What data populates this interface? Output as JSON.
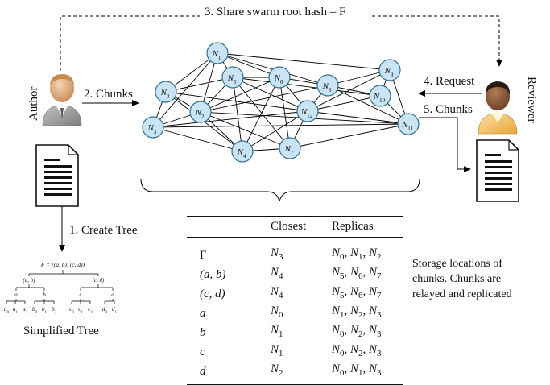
{
  "colors": {
    "node_fill": "#c9e5f5",
    "node_stroke": "#2f6f96",
    "line": "#000000",
    "author_skin": "#e8b98a",
    "author_shirt": "#9a9a9a",
    "reviewer_skin": "#8a5a3c",
    "reviewer_shirt": "#f3c46a"
  },
  "labels": {
    "step3": "3. Share swarm root hash – F",
    "step2": "2. Chunks",
    "step4": "4. Request",
    "step5": "5. Chunks",
    "step1": "1. Create Tree",
    "author": "Author",
    "reviewer": "Reviewer",
    "simplified_tree": "Simplified Tree"
  },
  "icons": {
    "author": "author-person-icon",
    "reviewer": "reviewer-person-icon",
    "document": "document-icon"
  },
  "nodes": [
    {
      "id": "N1",
      "base": "N",
      "sub": "1"
    },
    {
      "id": "N5",
      "base": "N",
      "sub": "5"
    },
    {
      "id": "N6",
      "base": "N",
      "sub": "6"
    },
    {
      "id": "N0",
      "base": "N",
      "sub": "0"
    },
    {
      "id": "N2",
      "base": "N",
      "sub": "2"
    },
    {
      "id": "N3",
      "base": "N",
      "sub": "3"
    },
    {
      "id": "N8",
      "base": "N",
      "sub": "8"
    },
    {
      "id": "N9",
      "base": "N",
      "sub": "9"
    },
    {
      "id": "N10",
      "base": "N",
      "sub": "10"
    },
    {
      "id": "N12",
      "base": "N",
      "sub": "12"
    },
    {
      "id": "N11",
      "base": "N",
      "sub": "11"
    },
    {
      "id": "N4",
      "base": "N",
      "sub": "4"
    },
    {
      "id": "N7",
      "base": "N",
      "sub": "7"
    }
  ],
  "edges": [
    [
      "N1",
      "N0"
    ],
    [
      "N1",
      "N5"
    ],
    [
      "N1",
      "N6"
    ],
    [
      "N1",
      "N8"
    ],
    [
      "N1",
      "N9"
    ],
    [
      "N1",
      "N2"
    ],
    [
      "N1",
      "N3"
    ],
    [
      "N0",
      "N5"
    ],
    [
      "N0",
      "N2"
    ],
    [
      "N0",
      "N3"
    ],
    [
      "N0",
      "N12"
    ],
    [
      "N0",
      "N4"
    ],
    [
      "N5",
      "N6"
    ],
    [
      "N5",
      "N2"
    ],
    [
      "N5",
      "N4"
    ],
    [
      "N5",
      "N7"
    ],
    [
      "N5",
      "N12"
    ],
    [
      "N5",
      "N10"
    ],
    [
      "N6",
      "N8"
    ],
    [
      "N6",
      "N4"
    ],
    [
      "N6",
      "N12"
    ],
    [
      "N6",
      "N2"
    ],
    [
      "N6",
      "N7"
    ],
    [
      "N8",
      "N9"
    ],
    [
      "N8",
      "N10"
    ],
    [
      "N8",
      "N12"
    ],
    [
      "N8",
      "N11"
    ],
    [
      "N8",
      "N2"
    ],
    [
      "N9",
      "N10"
    ],
    [
      "N9",
      "N12"
    ],
    [
      "N9",
      "N11"
    ],
    [
      "N10",
      "N12"
    ],
    [
      "N10",
      "N11"
    ],
    [
      "N12",
      "N11"
    ],
    [
      "N12",
      "N7"
    ],
    [
      "N12",
      "N4"
    ],
    [
      "N12",
      "N3"
    ],
    [
      "N2",
      "N3"
    ],
    [
      "N2",
      "N4"
    ],
    [
      "N2",
      "N7"
    ],
    [
      "N3",
      "N4"
    ],
    [
      "N3",
      "N11"
    ],
    [
      "N4",
      "N7"
    ],
    [
      "N7",
      "N11"
    ],
    [
      "N2",
      "N11"
    ]
  ],
  "tree": {
    "root": "F = ((a, b), (c, d))",
    "left": "(a, b)",
    "right": "(c, d)",
    "mid": [
      "a",
      "b",
      "c",
      "d"
    ],
    "leaves": [
      {
        "base": "a",
        "sub": "0"
      },
      {
        "base": "a",
        "sub": "1"
      },
      {
        "base": "a",
        "sub": "2"
      },
      {
        "base": "b",
        "sub": "0"
      },
      {
        "base": "b",
        "sub": "1"
      },
      {
        "base": "b",
        "sub": "2"
      },
      {
        "base": "c",
        "sub": "0"
      },
      {
        "base": "c",
        "sub": "1"
      },
      {
        "base": "c",
        "sub": "2"
      },
      {
        "base": "d",
        "sub": "0"
      },
      {
        "base": "d",
        "sub": "1"
      }
    ]
  },
  "table": {
    "headers": [
      "",
      "Closest",
      "Replicas"
    ],
    "rows": [
      {
        "chunk": "F",
        "chunk_italic": false,
        "closest": "N3",
        "replicas": "N0, N1, N2"
      },
      {
        "chunk": "(a, b)",
        "chunk_italic": true,
        "closest": "N4",
        "replicas": "N5, N6, N7"
      },
      {
        "chunk": "(c, d)",
        "chunk_italic": true,
        "closest": "N4",
        "replicas": "N5, N6, N7"
      },
      {
        "chunk": "a",
        "chunk_italic": true,
        "closest": "N0",
        "replicas": "N1, N2, N3"
      },
      {
        "chunk": "b",
        "chunk_italic": true,
        "closest": "N1",
        "replicas": "N0, N2, N3"
      },
      {
        "chunk": "c",
        "chunk_italic": true,
        "closest": "N1",
        "replicas": "N0, N2, N3"
      },
      {
        "chunk": "d",
        "chunk_italic": true,
        "closest": "N2",
        "replicas": "N0, N1, N3"
      }
    ]
  },
  "storage_note": "Storage locations of chunks. Chunks are relayed and replicated"
}
